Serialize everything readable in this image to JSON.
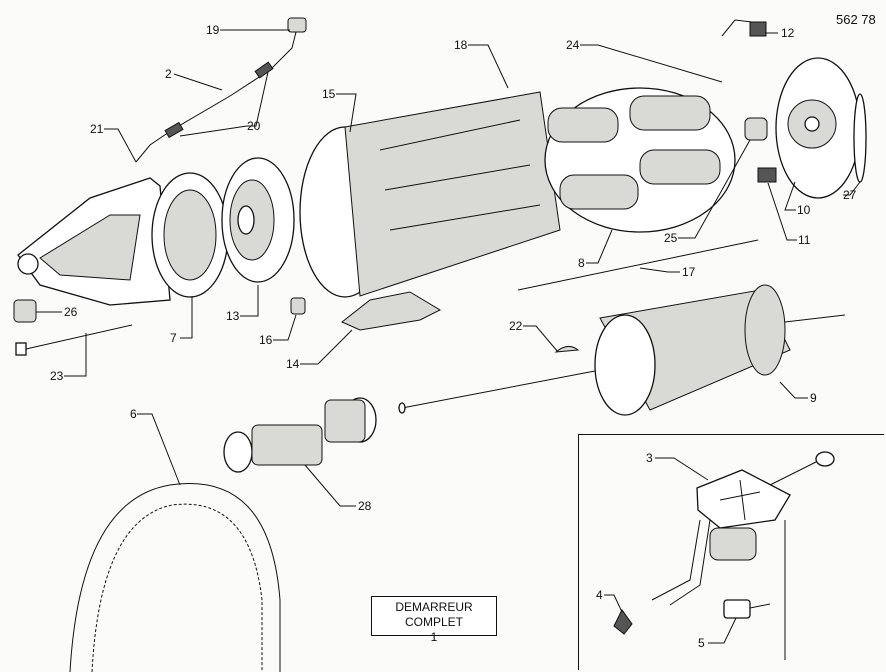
{
  "figure_code": "562 78",
  "title": {
    "line1": "DEMARREUR COMPLET",
    "line2": "1"
  },
  "labels": {
    "l1": "19",
    "l2": "2",
    "l3": "21",
    "l4": "20",
    "l5": "15",
    "l6": "18",
    "l7": "24",
    "l8": "12",
    "l9": "27",
    "l10": "10",
    "l11": "11",
    "l12": "25",
    "l13": "8",
    "l14": "17",
    "l15": "26",
    "l16": "23",
    "l17": "7",
    "l18": "13",
    "l19": "16",
    "l20": "14",
    "l21": "22",
    "l22": "9",
    "l23": "6",
    "l24": "28",
    "l25": "3",
    "l26": "4",
    "l27": "5"
  }
}
